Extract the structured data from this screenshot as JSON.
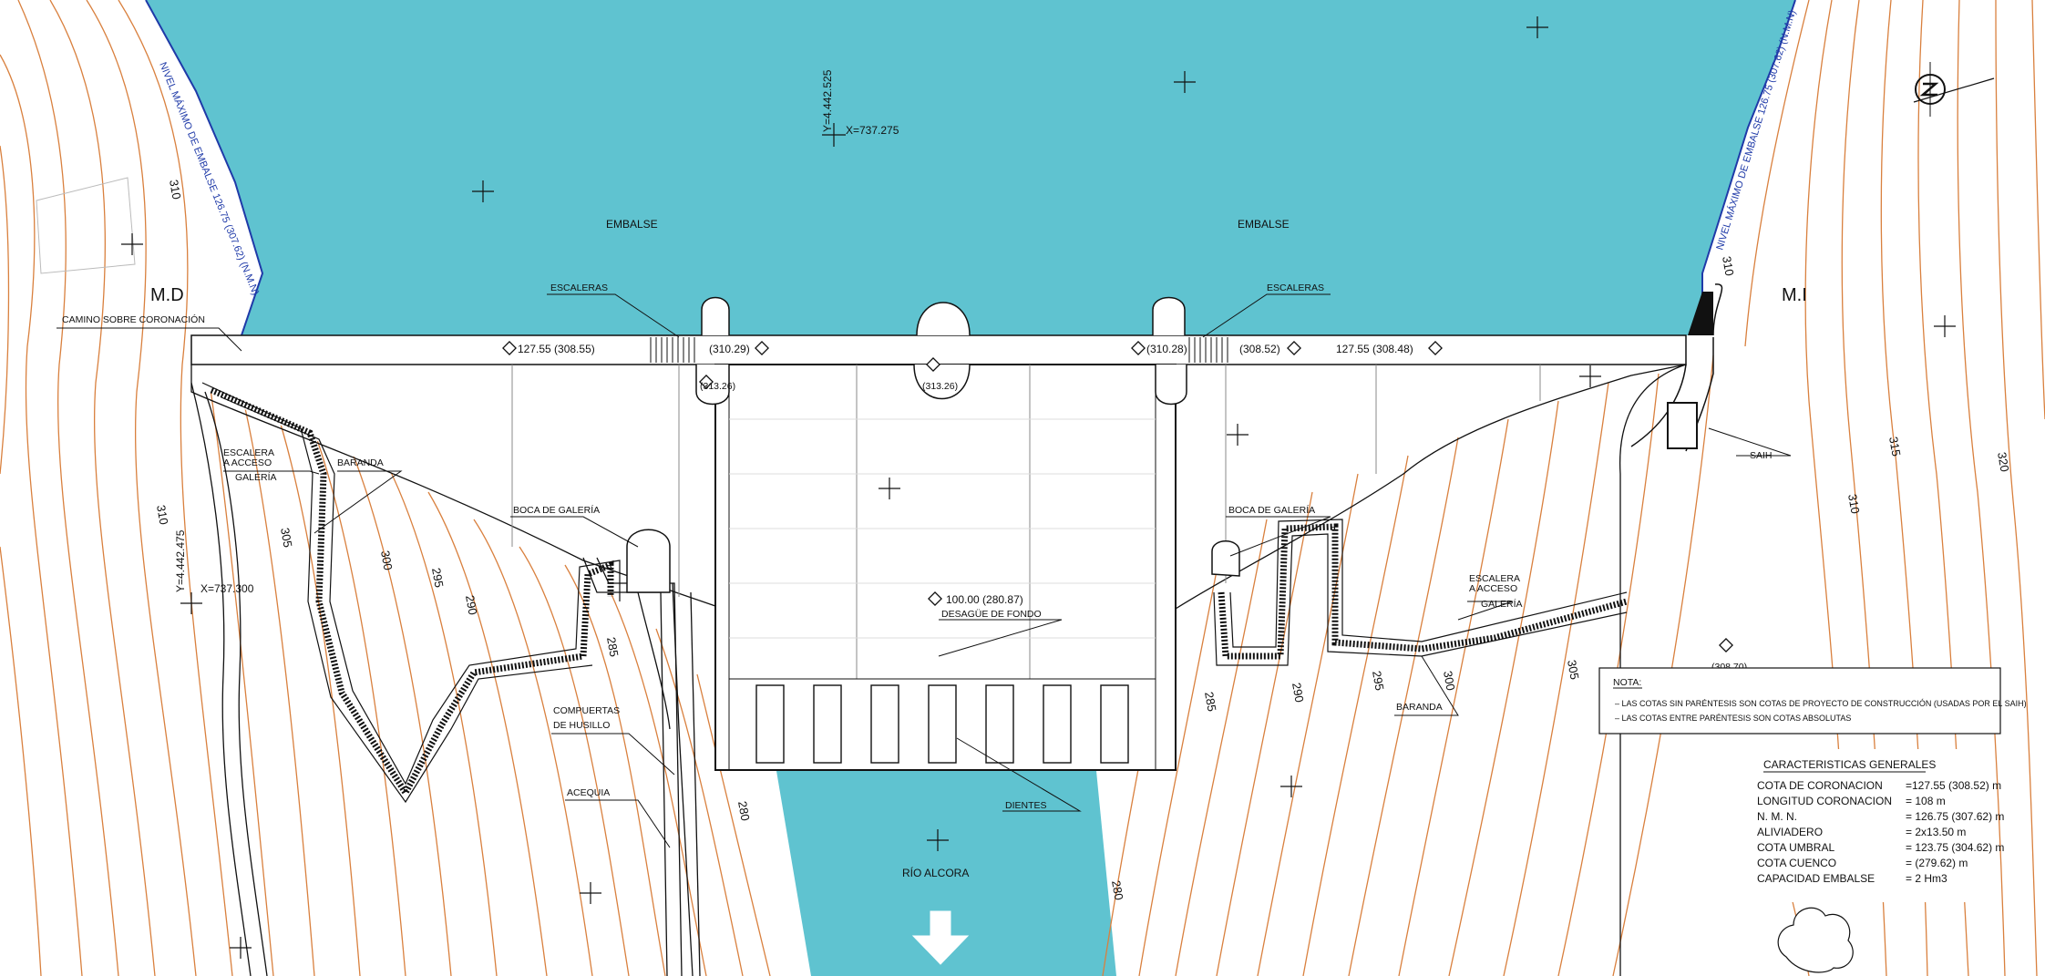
{
  "colors": {
    "water": "#5fc3d0",
    "contour": "#d9803e",
    "line": "#111111",
    "shoreline": "#1f3aa8"
  },
  "banks": {
    "left": "M.D",
    "right": "M.I"
  },
  "shoreline_label": "NIVEL MÁXIMO DE EMBALSE 126.75 (307.62) (N.M.N)",
  "reservoir": {
    "left_label": "EMBALSE",
    "right_label": "EMBALSE"
  },
  "river_label": "RÍO ALCORA",
  "coords": {
    "top_y": "Y=4.442.525",
    "top_x": "X=737.275",
    "left_y": "Y=4.442.475",
    "left_x": "X=737.300"
  },
  "labels": {
    "camino": "CAMINO SOBRE CORONACIÓN",
    "escaleras_left": "ESCALERAS",
    "escaleras_right": "ESCALERAS",
    "escalera_acceso_left": [
      "ESCALERA",
      "A ACCESO",
      "GALERÍA"
    ],
    "escalera_acceso_right": [
      "ESCALERA",
      "A ACCESO",
      "GALERÍA"
    ],
    "baranda_left": "BARANDA",
    "baranda_right": "BARANDA",
    "boca_left": "BOCA DE GALERÍA",
    "boca_right": "BOCA DE GALERÍA",
    "compuertas": [
      "COMPUERTAS",
      "DE HUSILLO"
    ],
    "acequia": "ACEQUIA",
    "desague": "DESAGÜE DE FONDO",
    "dientes": "DIENTES",
    "saih": "SAIH"
  },
  "elevations": {
    "crest_left": "127.55  (308.55)",
    "pier_left_top": "(310.29)",
    "pier_left_bottom": "(313.26)",
    "center_pier": "(313.26)",
    "pier_right_top": "(310.28)",
    "crest_right_a": "(308.52)",
    "crest_right_b": "127.55  (308.48)",
    "desague": "100.00  (280.87)",
    "right_point": "(308.70)"
  },
  "contours": {
    "l310": "310",
    "l305": "305",
    "l300": "300",
    "l295": "295",
    "l290": "290",
    "l285": "285",
    "r285": "285",
    "r290": "290",
    "r295": "295",
    "r300": "300",
    "r305": "305",
    "r310a": "310",
    "r310b": "310",
    "r315": "315",
    "r320": "320",
    "c280a": "280",
    "c280b": "280"
  },
  "note": {
    "title": "NOTA:",
    "lines": [
      "– LAS COTAS SIN PARÉNTESIS SON COTAS DE PROYECTO DE CONSTRUCCIÓN (USADAS POR EL SAIH)",
      "– LAS COTAS ENTRE PARÉNTESIS SON COTAS ABSOLUTAS"
    ]
  },
  "characteristics": {
    "title": "CARACTERISTICAS  GENERALES",
    "rows": [
      {
        "name": "COTA  DE  CORONACION",
        "value": "=127.55 (308.52) m"
      },
      {
        "name": "LONGITUD  CORONACION",
        "value": "= 108  m"
      },
      {
        "name": "N.  M.  N.",
        "value": "= 126.75 (307.62) m"
      },
      {
        "name": "ALIVIADERO",
        "value": "= 2x13.50  m"
      },
      {
        "name": "COTA  UMBRAL",
        "value": "= 123.75 (304.62) m"
      },
      {
        "name": "COTA  CUENCO",
        "value": "= (279.62) m"
      },
      {
        "name": "CAPACIDAD  EMBALSE",
        "value": "=  2  Hm3"
      }
    ]
  }
}
